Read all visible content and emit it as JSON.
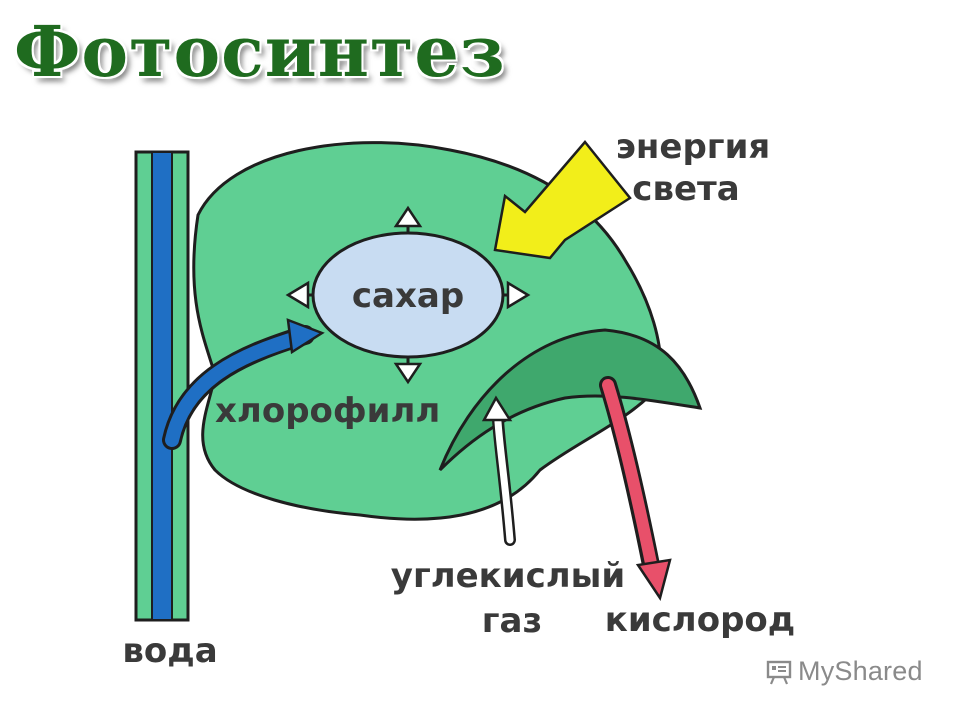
{
  "title": "Фотосинтез",
  "labels": {
    "sugar": "сахар",
    "chlorophyll": "хлорофилл",
    "light_line1": "энергия",
    "light_line2": "света",
    "co2_line1": "углекислый",
    "co2_line2": "газ",
    "oxygen": "кислород",
    "water": "вода"
  },
  "watermark": {
    "text": "MyShared",
    "icon": "presentation-board-icon"
  },
  "colors": {
    "title": "#1f6b1f",
    "leaf": "#5fcf93",
    "leaf_dark": "#3fa86d",
    "sugar": "#c8dcf2",
    "water": "#1f6fc4",
    "light_arrow": "#f2ee1a",
    "oxygen_arrow": "#e8506a"
  }
}
